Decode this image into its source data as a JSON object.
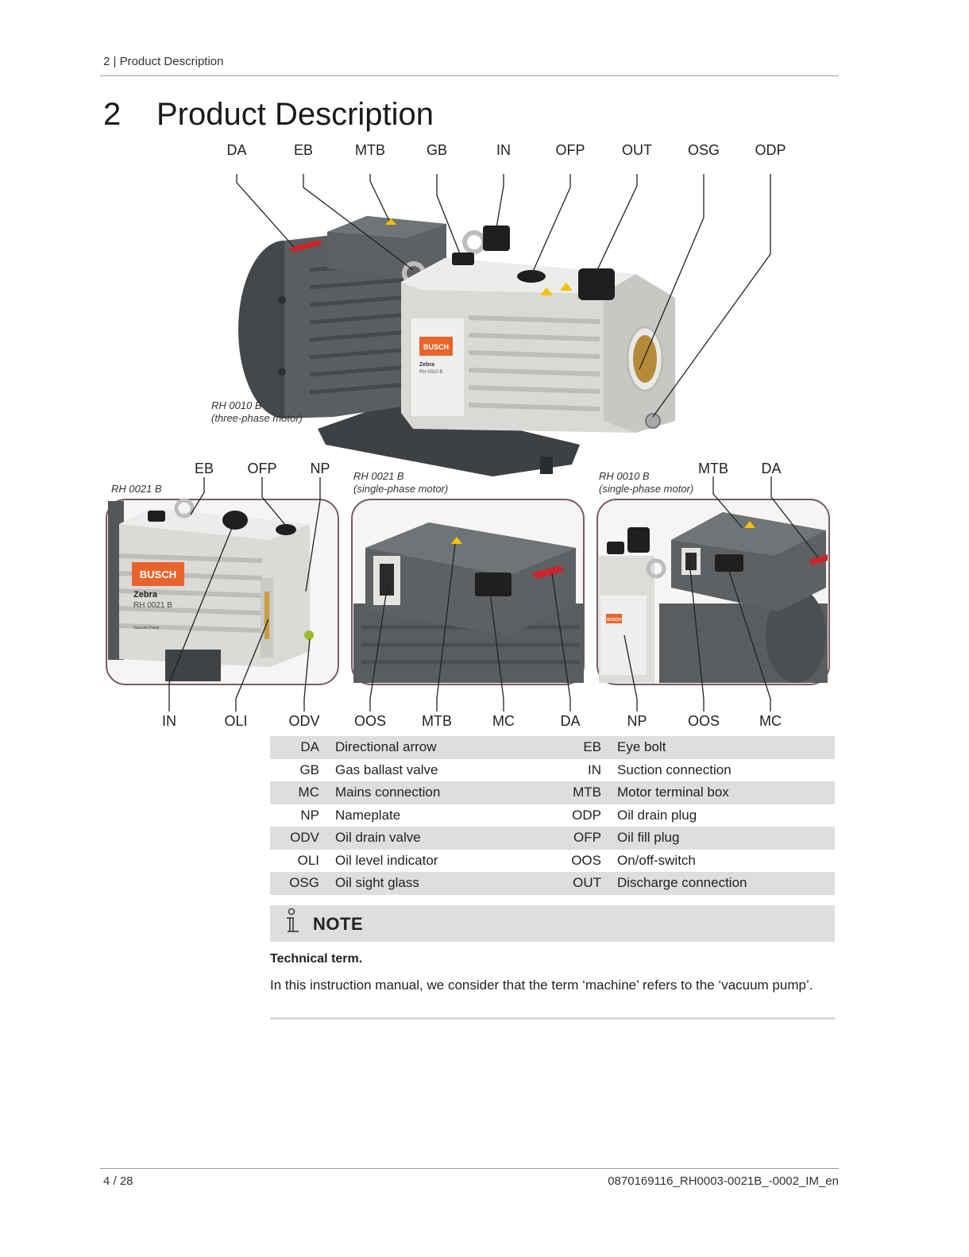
{
  "header": {
    "text": "2 | Product Description"
  },
  "section": {
    "number": "2",
    "title": "Product Description"
  },
  "main_figure": {
    "callouts": [
      "DA",
      "EB",
      "MTB",
      "GB",
      "IN",
      "OFP",
      "OUT",
      "OSG",
      "ODP"
    ],
    "caption_line1": "RH 0010 B",
    "caption_line2": "(three-phase motor)",
    "logo_text": "BUSCH",
    "model_name": "Zebra",
    "model_code": "RH 0010 B"
  },
  "sub_figures": [
    {
      "caption_line1": "RH 0021 B",
      "caption_line2": "",
      "top_callouts": [
        "EB",
        "OFP",
        "NP"
      ],
      "bottom_callouts": [
        "IN",
        "OLI",
        "ODV"
      ],
      "logo_text": "BUSCH",
      "model_name": "Zebra",
      "model_code": "RH 0021 B",
      "sub_label": "Vacuum Pump"
    },
    {
      "caption_line1": "RH 0021 B",
      "caption_line2": "(single-phase motor)",
      "top_callouts": [],
      "bottom_callouts": [
        "OOS",
        "MTB",
        "MC",
        "DA"
      ]
    },
    {
      "caption_line1": "RH 0010 B",
      "caption_line2": "(single-phase motor)",
      "top_callouts": [
        "MTB",
        "DA"
      ],
      "bottom_callouts": [
        "NP",
        "OOS",
        "MC"
      ],
      "logo_text": "BUSCH"
    }
  ],
  "legend": [
    {
      "a1": "DA",
      "d1": "Directional arrow",
      "a2": "EB",
      "d2": "Eye bolt"
    },
    {
      "a1": "GB",
      "d1": "Gas ballast valve",
      "a2": "IN",
      "d2": "Suction connection"
    },
    {
      "a1": "MC",
      "d1": "Mains connection",
      "a2": "MTB",
      "d2": "Motor terminal box"
    },
    {
      "a1": "NP",
      "d1": "Nameplate",
      "a2": "ODP",
      "d2": "Oil drain plug"
    },
    {
      "a1": "ODV",
      "d1": "Oil drain valve",
      "a2": "OFP",
      "d2": "Oil fill plug"
    },
    {
      "a1": "OLI",
      "d1": "Oil level indicator",
      "a2": "OOS",
      "d2": "On/off-switch"
    },
    {
      "a1": "OSG",
      "d1": "Oil sight glass",
      "a2": "OUT",
      "d2": "Discharge connection"
    }
  ],
  "note": {
    "label": "NOTE",
    "heading": "Technical term.",
    "body": "In this instruction manual, we consider that the term ‘machine’ refers to the ‘vacuum pump’."
  },
  "footer": {
    "page": "4 / 28",
    "doc_id": "0870169116_RH0003-0021B_-0002_IM_en"
  },
  "colors": {
    "accent": "#e8642c",
    "pump_body": "#d9d9d6",
    "motor": "#55595c",
    "note_bg": "#dedede",
    "frame": "#7a5a64"
  }
}
